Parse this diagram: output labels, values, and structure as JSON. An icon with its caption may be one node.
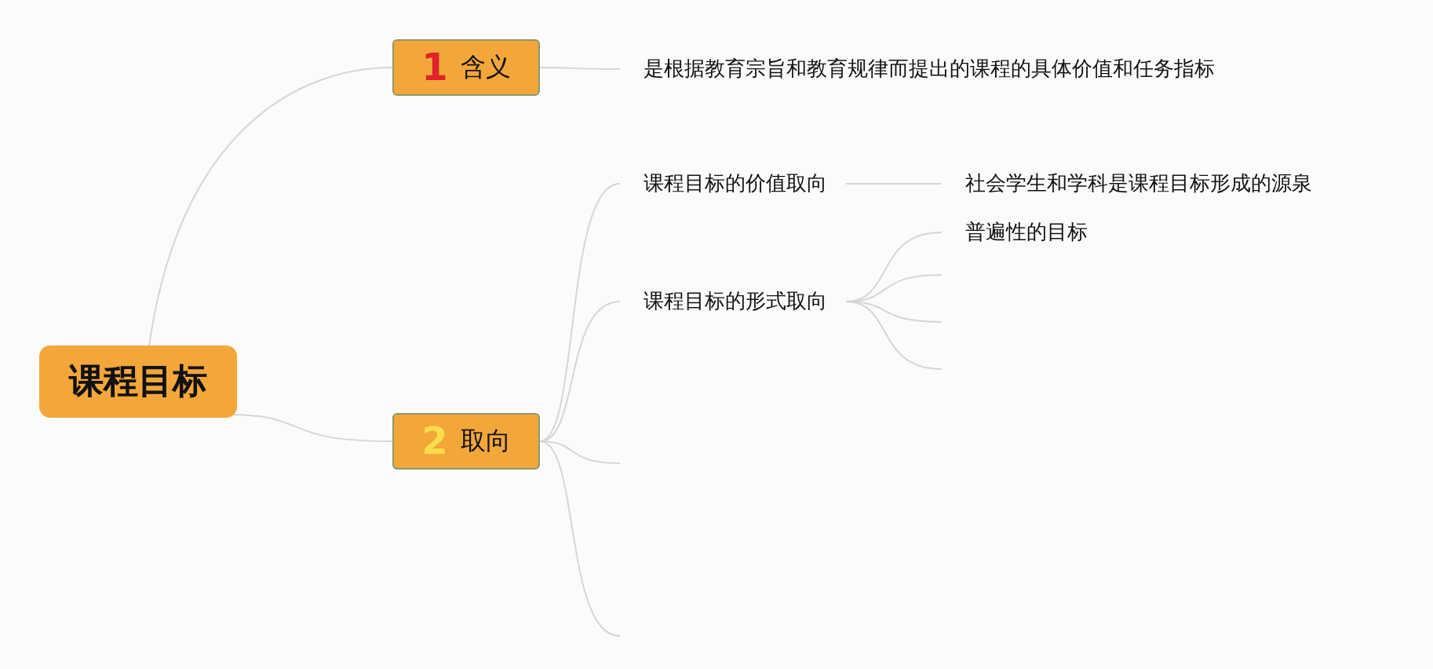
{
  "diagram": {
    "nodes": [
      {
        "text": [
          "课程目标"
        ]
      },
      {
        "text": [
          "1",
          "含义"
        ]
      },
      {
        "text": [
          "是根据教育宗旨和教育规律而提出的课程的具体价值和任务指标"
        ]
      },
      {
        "text": [
          "2",
          "取向"
        ]
      },
      {
        "text": [
          "课程目标的价值取向"
        ]
      },
      {
        "text": [
          "课程目标的形式取向"
        ]
      },
      {
        "text": [
          "社会学生和学科是课程目标形成的源泉"
        ]
      },
      {
        "text": [
          "普遍性的目标"
        ]
      }
    ],
    "edges": [
      {
        "from": 0,
        "to": 1,
        "arrow": "none"
      },
      {
        "from": 0,
        "to": 3,
        "arrow": "none"
      },
      {
        "from": 1,
        "to": 2,
        "arrow": "none"
      },
      {
        "from": 3,
        "to": 4,
        "arrow": "none"
      },
      {
        "from": 3,
        "to": 5,
        "arrow": "none"
      },
      {
        "from": 3,
        "to": null,
        "arrow": "none"
      },
      {
        "from": 3,
        "to": null,
        "arrow": "none"
      },
      {
        "from": 4,
        "to": 6,
        "arrow": "none"
      },
      {
        "from": 5,
        "to": 7,
        "arrow": "none"
      },
      {
        "from": 5,
        "to": null,
        "arrow": "none"
      },
      {
        "from": 5,
        "to": null,
        "arrow": "none"
      },
      {
        "from": 5,
        "to": null,
        "arrow": "none"
      }
    ]
  }
}
